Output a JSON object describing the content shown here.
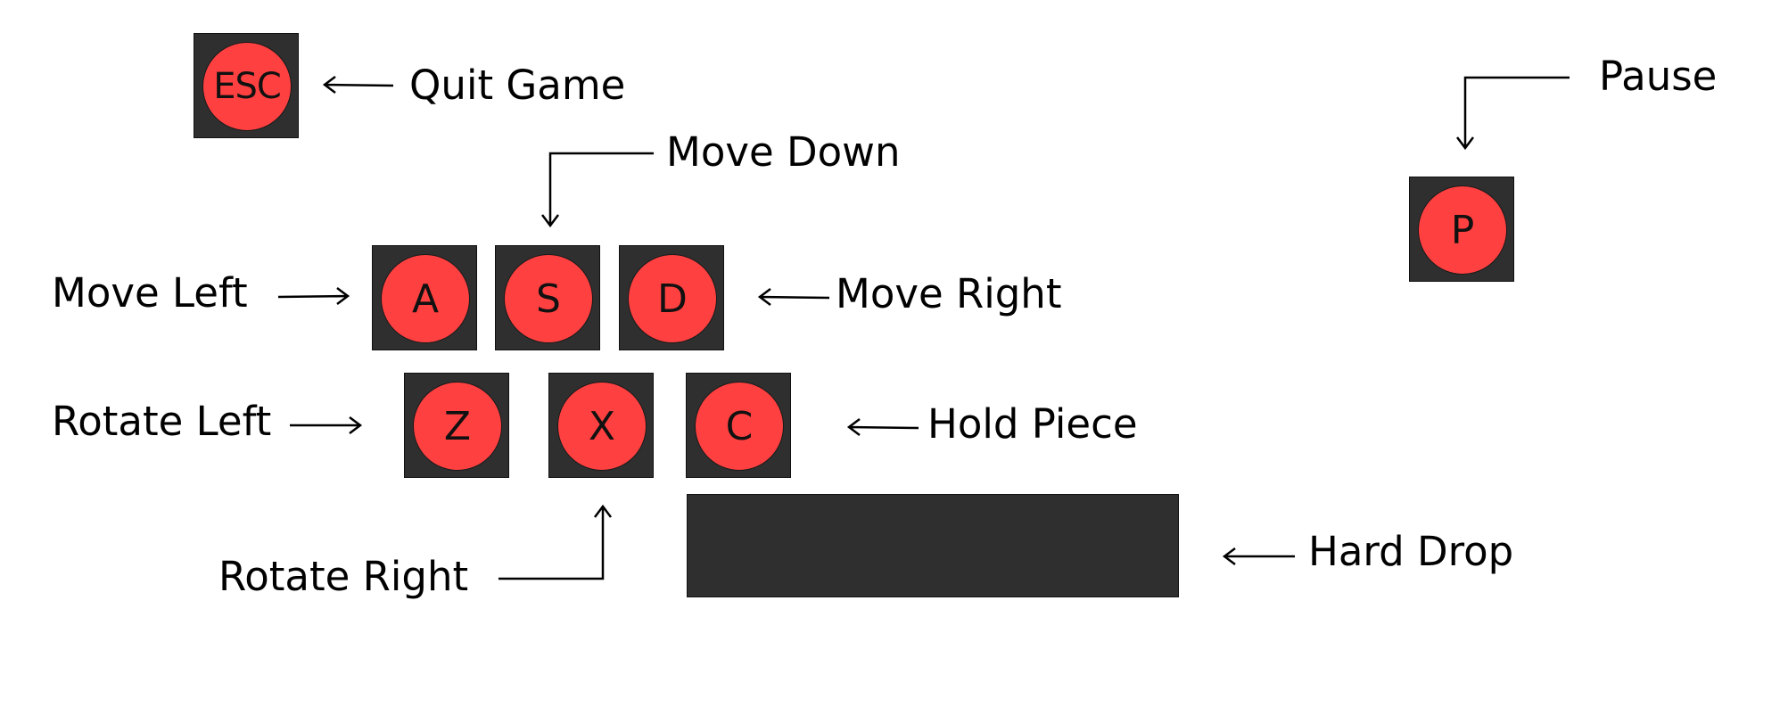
{
  "keys": {
    "esc": "ESC",
    "a": "A",
    "s": "S",
    "d": "D",
    "z": "Z",
    "x": "X",
    "c": "C",
    "p": "P"
  },
  "labels": {
    "quit_game": "Quit Game",
    "move_down": "Move Down",
    "move_left": "Move Left",
    "move_right": "Move Right",
    "rotate_left": "Rotate Left",
    "hold_piece": "Hold Piece",
    "rotate_right": "Rotate Right",
    "hard_drop": "Hard Drop",
    "pause": "Pause"
  },
  "colors": {
    "key_background": "#2f2f2f",
    "key_cap": "#ff4040",
    "arrow": "#000000"
  }
}
